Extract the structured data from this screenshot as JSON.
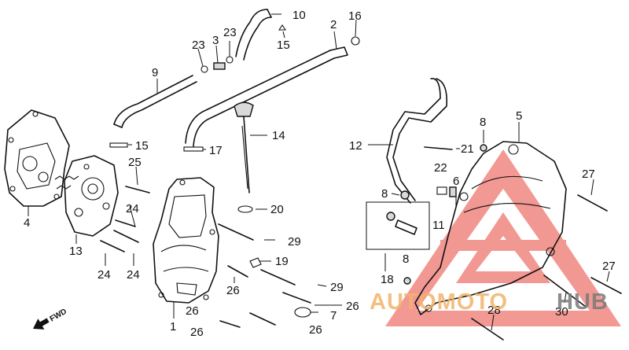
{
  "labels": {
    "l1": "1",
    "l2": "2",
    "l3": "3",
    "l4": "4",
    "l5": "5",
    "l6": "6",
    "l7": "7",
    "l8a": "8",
    "l8b": "8",
    "l8c": "8",
    "l9": "9",
    "l10": "10",
    "l11": "11",
    "l12": "12",
    "l13": "13",
    "l14": "14",
    "l15a": "15",
    "l15b": "15",
    "l16": "16",
    "l17": "17",
    "l18": "18",
    "l19": "19",
    "l20": "20",
    "l21": "21",
    "l22": "22",
    "l23a": "23",
    "l23b": "23",
    "l24a": "24",
    "l24b": "24",
    "l24c": "24",
    "l25": "25",
    "l26a": "26",
    "l26b": "26",
    "l26c": "26",
    "l26d": "26",
    "l26e": "26",
    "l27a": "27",
    "l27b": "27",
    "l28": "28",
    "l29a": "29",
    "l29b": "29",
    "l30": "30"
  },
  "fwd_label": "FWD",
  "watermark": {
    "text_orange": "AUTOMOTO",
    "text_gray": "HUB",
    "color_orange": "#f2b46a",
    "color_gray": "#7a7a7a",
    "color_triangle": "#e8453c"
  }
}
